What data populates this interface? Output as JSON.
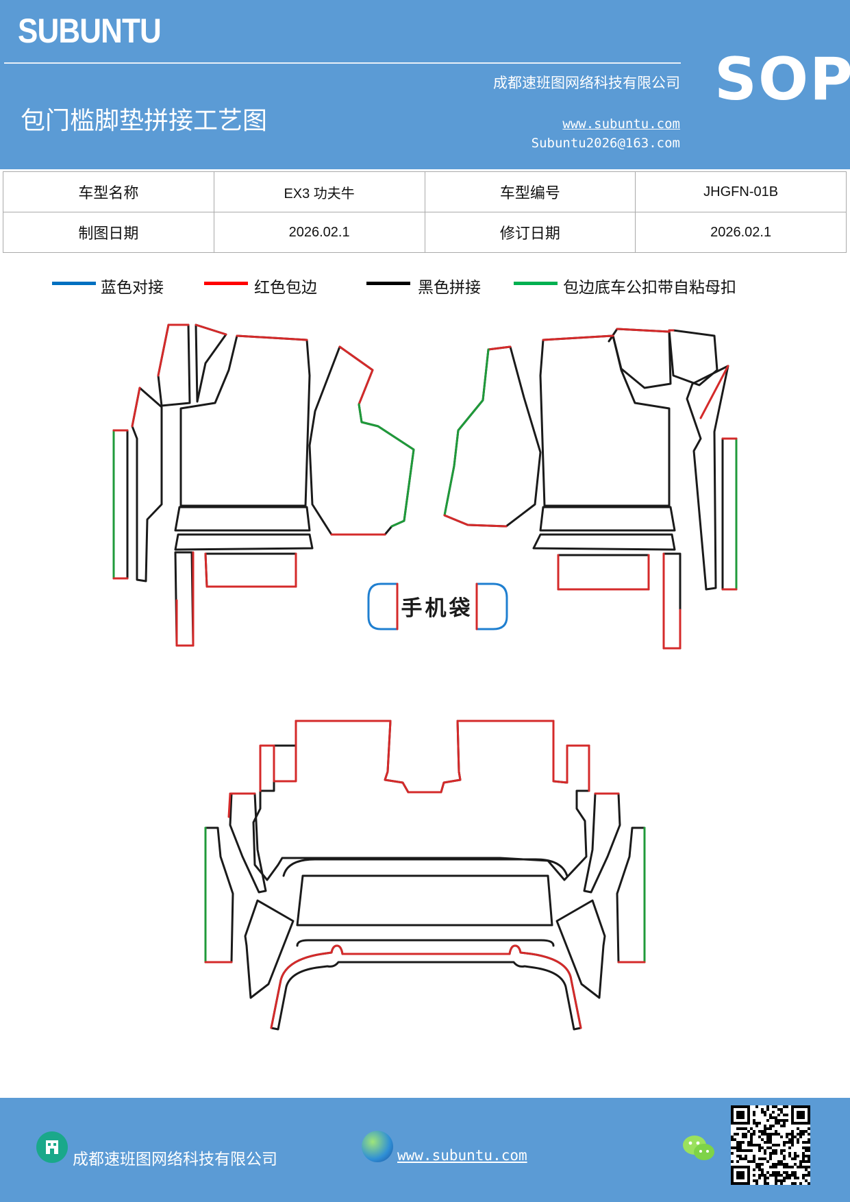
{
  "header": {
    "brand": "SUBUNTU",
    "company": "成都速班图网络科技有限公司",
    "title": "包门槛脚垫拼接工艺图",
    "website": "www.subuntu.com",
    "email": "Subuntu2026@163.com",
    "badge": "SOP"
  },
  "info_table": {
    "model_name_label": "车型名称",
    "model_name_value": "EX3 功夫牛",
    "model_code_label": "车型编号",
    "model_code_value": "JHGFN-01B",
    "draw_date_label": "制图日期",
    "draw_date_value": "2026.02.1",
    "revise_date_label": "修订日期",
    "revise_date_value": "2026.02.1"
  },
  "legend": [
    {
      "label": "蓝色对接",
      "color": "#0070c0"
    },
    {
      "label": "红色包边",
      "color": "#ff0000"
    },
    {
      "label": "黑色拼接",
      "color": "#000000"
    },
    {
      "label": "包边底车公扣带自粘母扣",
      "color": "#00b050"
    }
  ],
  "diagram": {
    "phone_bag_label": "手机袋",
    "colors": {
      "black": "#1a1a1a",
      "red": "#d42a2a",
      "green": "#1f9a3a",
      "blue": "#1f7fd0"
    }
  },
  "footer": {
    "company": "成都速班图网络科技有限公司",
    "website": "www.subuntu.com",
    "icons": [
      "building-icon",
      "globe-icon",
      "wechat-icon",
      "qr-code"
    ]
  }
}
